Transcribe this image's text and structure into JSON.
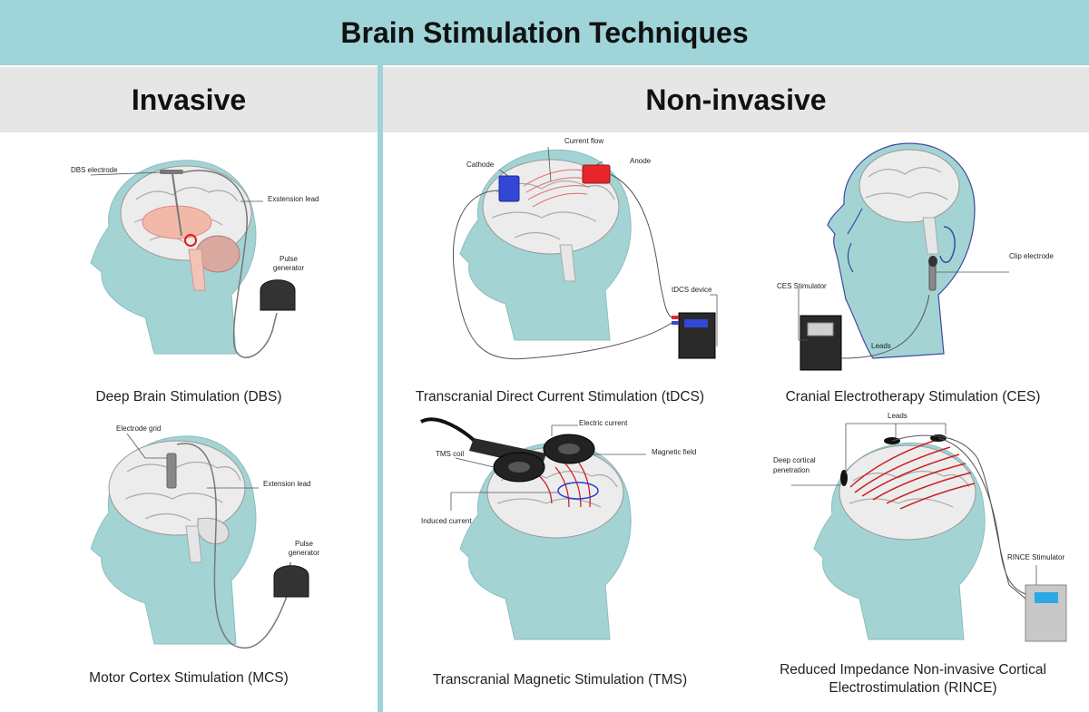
{
  "title": "Brain Stimulation Techniques",
  "sections": {
    "invasive": "Invasive",
    "non_invasive": "Non-invasive"
  },
  "panels": {
    "dbs": {
      "caption": "Deep Brain Stimulation (DBS)",
      "labels": {
        "electrode": "DBS electrode",
        "lead": "Exstension lead",
        "pulse1": "Pulse",
        "pulse2": "generator"
      }
    },
    "mcs": {
      "caption": "Motor Cortex Stimulation (MCS)",
      "labels": {
        "grid": "Electrode grid",
        "lead": "Extension lead",
        "pulse1": "Pulse",
        "pulse2": "generator"
      }
    },
    "tdcs": {
      "caption": "Transcranial Direct Current Stimulation (tDCS)",
      "labels": {
        "cathode": "Cathode",
        "flow": "Current flow",
        "anode": "Anode",
        "device": "tDCS device"
      }
    },
    "tms": {
      "caption": "Transcranial Magnetic Stimulation (TMS)",
      "labels": {
        "current": "Electric current",
        "coil": "TMS coil",
        "field": "Magnetic field",
        "induced": "Induced current"
      }
    },
    "ces": {
      "caption": "Cranial Electrotherapy Stimulation (CES)",
      "labels": {
        "stim": "CES Stimulator",
        "clip": "Clip electrode",
        "leads": "Leads"
      }
    },
    "rince": {
      "caption_line1": "Reduced Impedance Non-invasive Cortical",
      "caption_line2": "Electrostimulation (RINCE)",
      "labels": {
        "leads": "Leads",
        "deep1": "Deep cortical",
        "deep2": "penetration",
        "stim": "RINCE Stimulator"
      }
    }
  },
  "colors": {
    "header": "#9fd4d8",
    "subheader": "#e6e6e6",
    "head_skin": "#a4d3d4",
    "brain": "#ececec",
    "cathode": "#3347d6",
    "anode": "#e8252a",
    "coil": "#222222",
    "screen_blue": "#2aa9e6"
  }
}
